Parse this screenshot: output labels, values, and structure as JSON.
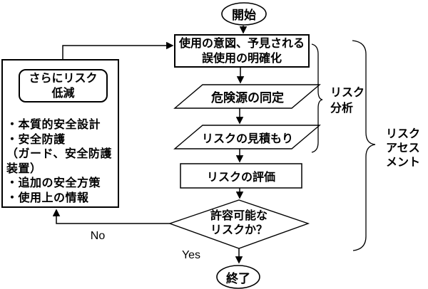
{
  "nodes": {
    "start": {
      "label": "開始"
    },
    "clarify": {
      "line1": "使用の意図、予見される",
      "line2": "誤使用の明確化"
    },
    "hazard_id": {
      "label": "危険源の同定"
    },
    "risk_estimation": {
      "label": "リスクの見積もり"
    },
    "risk_evaluation": {
      "label": "リスクの評価"
    },
    "decision": {
      "line1": "許容可能な",
      "line2": "リスクか？"
    },
    "end": {
      "label": "終了"
    }
  },
  "reduction_box": {
    "title_line1": "さらにリスク",
    "title_line2": "低減",
    "items": [
      "・本質的安全設計",
      "・安全防護",
      "（ガード、安全防護",
      "装置）",
      "・追加の安全方策",
      "・使用上の情報"
    ]
  },
  "edge_labels": {
    "yes": "Yes",
    "no": "No"
  },
  "braces": {
    "risk_analysis": {
      "line1": "リスク",
      "line2": "分析"
    },
    "risk_assessment": {
      "line1": "リスク",
      "line2": "アセス",
      "line3": "メント"
    }
  },
  "colors": {
    "background": "#ffffff",
    "line": "#000000",
    "text": "#000000"
  }
}
